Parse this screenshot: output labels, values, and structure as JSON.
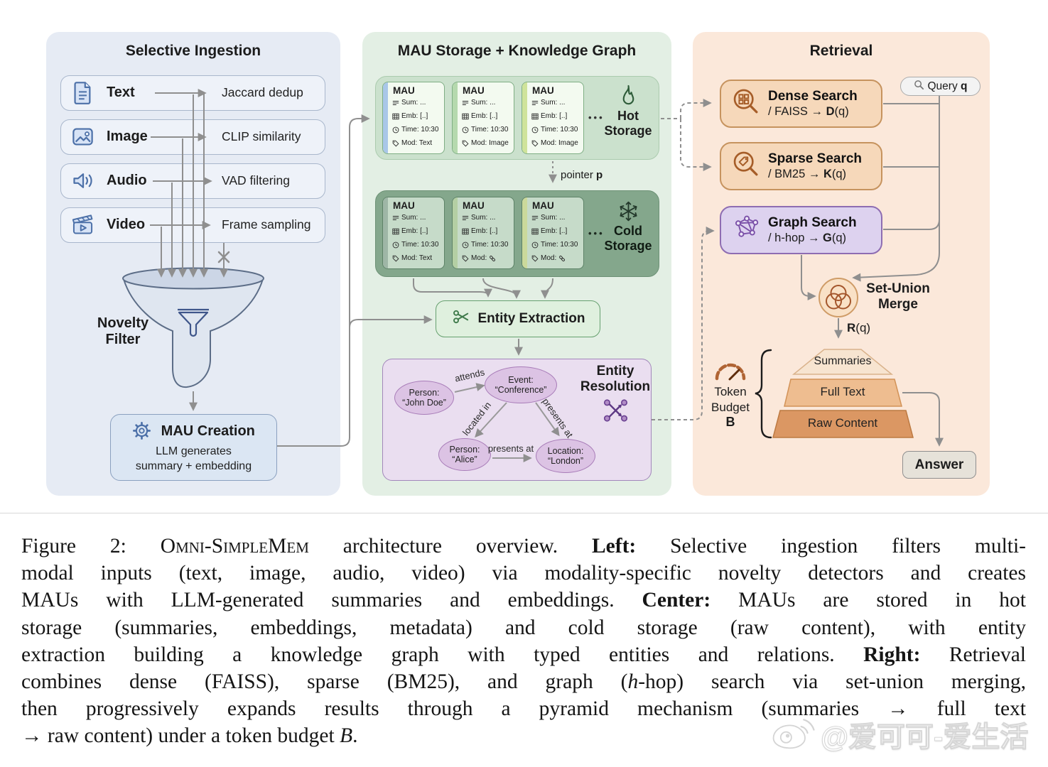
{
  "figure": {
    "left": {
      "title": "Selective Ingestion",
      "inputs": [
        {
          "label": "Text",
          "method": "Jaccard dedup",
          "icon": "document-icon"
        },
        {
          "label": "Image",
          "method": "CLIP similarity",
          "icon": "image-icon"
        },
        {
          "label": "Audio",
          "method": "VAD filtering",
          "icon": "audio-speaker-icon"
        },
        {
          "label": "Video",
          "method": "Frame sampling",
          "icon": "video-clapper-icon"
        }
      ],
      "funnel_label_line1": "Novelty",
      "funnel_label_line2": "Filter",
      "mau_creation": {
        "title": "MAU Creation",
        "subtitle_line1": "LLM generates",
        "subtitle_line2": "summary + embedding"
      }
    },
    "center": {
      "title": "MAU Storage + Knowledge Graph",
      "hot": {
        "label_line1": "Hot",
        "label_line2": "Storage",
        "dots": "•••",
        "cards": [
          {
            "title": "MAU",
            "strip": "#a9c7e8",
            "rows": [
              {
                "icon": "summary-lines-icon",
                "text": "Sum: ..."
              },
              {
                "icon": "table-icon",
                "text": "Emb: [..]"
              },
              {
                "icon": "clock-icon",
                "text": "Time: 10:30"
              },
              {
                "icon": "tag-icon",
                "text": "Mod: Text"
              }
            ]
          },
          {
            "title": "MAU",
            "strip": "#b5d9ae",
            "rows": [
              {
                "icon": "summary-lines-icon",
                "text": "Sum: ..."
              },
              {
                "icon": "table-icon",
                "text": "Emb: [..]"
              },
              {
                "icon": "clock-icon",
                "text": "Time: 10:30"
              },
              {
                "icon": "tag-icon",
                "text": "Mod: Image"
              }
            ]
          },
          {
            "title": "MAU",
            "strip": "#cfe39b",
            "rows": [
              {
                "icon": "summary-lines-icon",
                "text": "Sum: ..."
              },
              {
                "icon": "table-icon",
                "text": "Emb: [..]"
              },
              {
                "icon": "clock-icon",
                "text": "Time: 10:30"
              },
              {
                "icon": "tag-icon",
                "text": "Mod: Image"
              }
            ]
          }
        ]
      },
      "pointer_prefix": "pointer ",
      "pointer_bold": "p",
      "cold": {
        "label_line1": "Cold",
        "label_line2": "Storage",
        "dots": "•••",
        "cards": [
          {
            "title": "MAU",
            "strip": "#9eb6a6",
            "rows": [
              {
                "icon": "summary-lines-icon",
                "text": "Sum: ..."
              },
              {
                "icon": "table-icon",
                "text": "Emb: [..]"
              },
              {
                "icon": "clock-icon",
                "text": "Time: 10:30"
              },
              {
                "icon": "tag-icon",
                "text": "Mod: Text"
              }
            ]
          },
          {
            "title": "MAU",
            "strip": "#b4cfa4",
            "rows": [
              {
                "icon": "summary-lines-icon",
                "text": "Sum: ..."
              },
              {
                "icon": "table-icon",
                "text": "Emb: [..]"
              },
              {
                "icon": "clock-icon",
                "text": "Time: 10:30"
              },
              {
                "icon": "tag-icon",
                "text": "Mod:",
                "link": true
              }
            ]
          },
          {
            "title": "MAU",
            "strip": "#cbd99b",
            "rows": [
              {
                "icon": "summary-lines-icon",
                "text": "Sum: ..."
              },
              {
                "icon": "table-icon",
                "text": "Emb: [..]"
              },
              {
                "icon": "clock-icon",
                "text": "Time: 10:30"
              },
              {
                "icon": "tag-icon",
                "text": "Mod:",
                "link": true
              }
            ]
          }
        ]
      },
      "entity_extraction": "Entity Extraction",
      "kg": {
        "nodes": [
          {
            "line1": "Person:",
            "line2": "“John Doe”"
          },
          {
            "line1": "Event:",
            "line2": "“Conference”"
          },
          {
            "line1": "Person:",
            "line2": "“Alice”"
          },
          {
            "line1": "Location:",
            "line2": "“London”"
          }
        ],
        "edges": [
          "attends",
          "located in",
          "presents at",
          "presents at"
        ],
        "resolution_line1": "Entity",
        "resolution_line2": "Resolution"
      }
    },
    "right": {
      "title": "Retrieval",
      "query": {
        "prefix": "Query ",
        "bold": "q"
      },
      "searches": [
        {
          "title": "Dense Search",
          "line2_pre": "/ FAISS → ",
          "line2_bold": "D",
          "line2_post": "(q)",
          "icon": "magnifier-grid-icon"
        },
        {
          "title": "Sparse Search",
          "line2_pre": "/ BM25 → ",
          "line2_bold": "K",
          "line2_post": "(q)",
          "icon": "magnifier-tag-icon"
        },
        {
          "title": "Graph Search",
          "line2_pre": "/ h-hop → ",
          "line2_bold": "G",
          "line2_post": "(q)",
          "icon": "network-graph-icon"
        }
      ],
      "merge": {
        "line1": "Set-Union",
        "line2": "Merge"
      },
      "r_bold": "R",
      "r_post": "(q)",
      "budget": {
        "line1": "Token",
        "line2": "Budget",
        "line3": "B"
      },
      "pyramid": [
        "Summaries",
        "Full Text",
        "Raw Content"
      ],
      "answer": "Answer"
    }
  },
  "caption": {
    "lines": [
      [
        {
          "t": "Figure 2: "
        },
        {
          "t": "Omni-SimpleMem",
          "sc": true
        },
        {
          "t": " architecture overview. "
        },
        {
          "t": "Left:",
          "b": true
        },
        {
          "t": " Selective ingestion filters multi-"
        }
      ],
      [
        {
          "t": "modal inputs (text, image, audio, video) via modality-specific novelty detectors and creates"
        }
      ],
      [
        {
          "t": "MAUs with LLM-generated summaries and embeddings. "
        },
        {
          "t": "Center:",
          "b": true
        },
        {
          "t": " MAUs are stored in hot"
        }
      ],
      [
        {
          "t": "storage (summaries, embeddings, metadata) and cold storage (raw content), with entity"
        }
      ],
      [
        {
          "t": "extraction building a knowledge graph with typed entities and relations. "
        },
        {
          "t": "Right:",
          "b": true
        },
        {
          "t": " Retrieval"
        }
      ],
      [
        {
          "t": "combines dense (FAISS), sparse (BM25), and graph ("
        },
        {
          "t": "h",
          "i": true
        },
        {
          "t": "-hop) search via set-union merging,"
        }
      ],
      [
        {
          "t": "then progressively expands results through a pyramid mechanism (summaries → full text"
        }
      ],
      [
        {
          "t": "→ raw content) under a token budget "
        },
        {
          "t": "B",
          "i": true
        },
        {
          "t": "."
        }
      ]
    ]
  },
  "watermark": {
    "text": "@爱可可-爱生活"
  },
  "colors": {
    "left_panel": "#e6ebf4",
    "center_panel": "#e3efe4",
    "right_panel": "#fbe8da",
    "hot_container": "#cbe1cd",
    "cold_container": "#84a78c",
    "kg_box": "#eadef0",
    "search_orange": "#f6d8ba",
    "search_purple": "#ddd2ef",
    "pyramid_top": "#f7e4d0",
    "pyramid_mid": "#eebd90",
    "pyramid_bottom": "#db9763",
    "arrow_gray": "#8f8f8f"
  }
}
